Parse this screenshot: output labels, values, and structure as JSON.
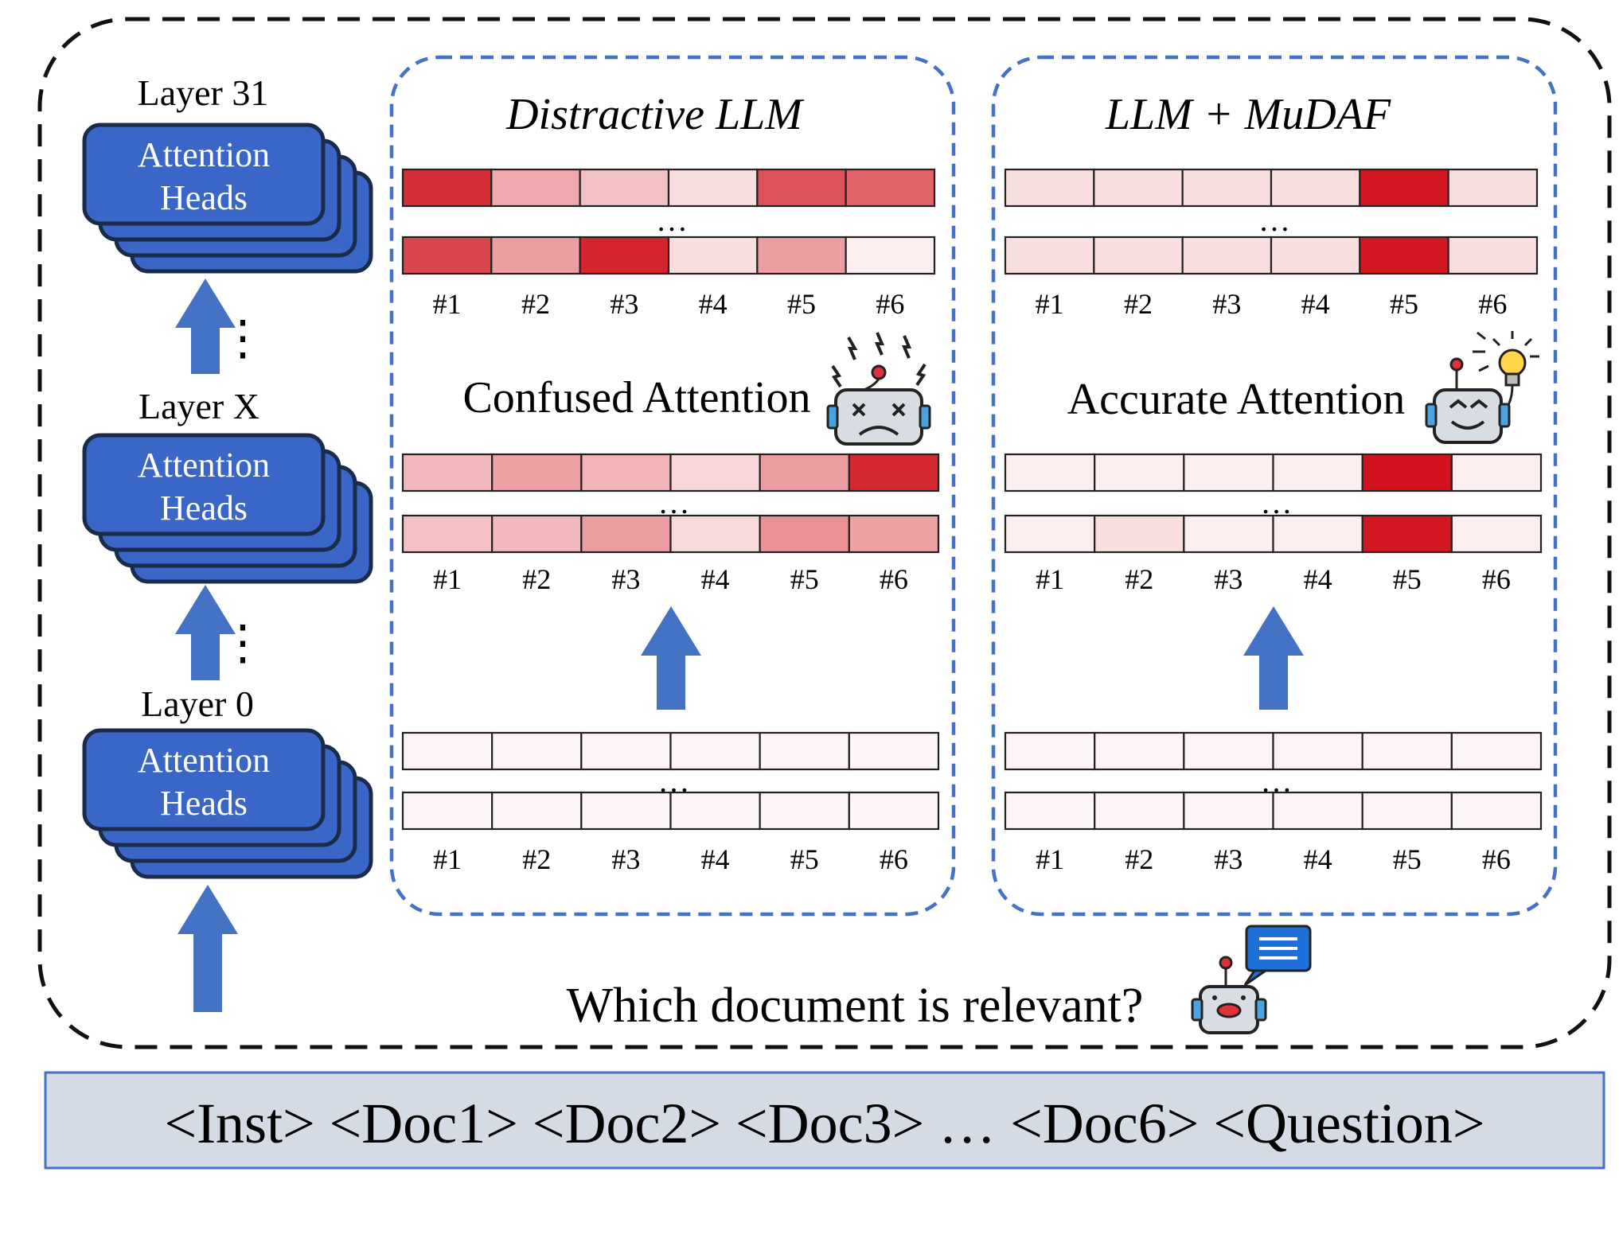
{
  "layers": [
    {
      "label": "Layer 31",
      "stack": "Attention\nHeads"
    },
    {
      "label": "Layer X",
      "stack": "Attention\nHeads"
    },
    {
      "label": "Layer 0",
      "stack": "Attention\nHeads"
    }
  ],
  "stack_line1": "Attention",
  "stack_line2": "Heads",
  "vdots": "⋮",
  "hdots": "…",
  "panels": [
    {
      "title": "Distractive LLM",
      "attention_label": "Confused Attention",
      "robot_icon": "confused-robot-icon",
      "top_rows": [
        [
          0.88,
          0.35,
          0.25,
          0.12,
          0.72,
          0.65
        ],
        [
          0.78,
          0.4,
          0.92,
          0.12,
          0.4,
          0.05
        ]
      ],
      "mid_rows": [
        [
          0.28,
          0.38,
          0.3,
          0.15,
          0.4,
          0.9
        ],
        [
          0.25,
          0.28,
          0.4,
          0.14,
          0.45,
          0.38
        ]
      ],
      "bottom_rows": [
        [
          0.02,
          0.02,
          0.02,
          0.02,
          0.02,
          0.02
        ],
        [
          0.02,
          0.02,
          0.02,
          0.02,
          0.02,
          0.02
        ]
      ]
    },
    {
      "title": "LLM + MuDAF",
      "attention_label": "Accurate Attention",
      "robot_icon": "lightbulb-robot-icon",
      "top_rows": [
        [
          0.12,
          0.12,
          0.12,
          0.12,
          0.98,
          0.12
        ],
        [
          0.12,
          0.12,
          0.12,
          0.12,
          0.98,
          0.12
        ]
      ],
      "mid_rows": [
        [
          0.05,
          0.05,
          0.05,
          0.05,
          1.0,
          0.05
        ],
        [
          0.05,
          0.12,
          0.05,
          0.05,
          0.98,
          0.05
        ]
      ],
      "bottom_rows": [
        [
          0.02,
          0.02,
          0.02,
          0.02,
          0.02,
          0.02
        ],
        [
          0.02,
          0.02,
          0.02,
          0.02,
          0.02,
          0.02
        ]
      ]
    }
  ],
  "doc_labels": [
    "#1",
    "#2",
    "#3",
    "#4",
    "#5",
    "#6"
  ],
  "question": "Which document is relevant?",
  "input_sequence": "<Inst> <Doc1> <Doc2> <Doc3> … <Doc6> <Question>",
  "colors": {
    "accent_blue": "#4472c4",
    "stack_fill": "#3a66c8",
    "stack_stroke": "#1a2b4a",
    "heat_max": "#d0121c",
    "panel_border": "#4472c4",
    "input_bar_fill": "#d5dbe5",
    "input_bar_stroke": "#4472c4"
  }
}
